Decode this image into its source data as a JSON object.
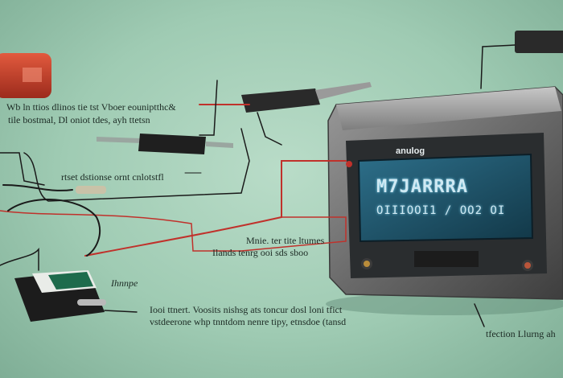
{
  "labels": {
    "top_line1": "Wb ln ttios dlinos tie tst Vboer eouniptthc&",
    "top_line2": "tile bostmal, Dl oniot tdes, ayh ttetsn",
    "middle": "rtset dstionse ornt cnlotstfl",
    "right_line1": "Mnie. ter tite ltumes",
    "right_line2": "Ilands tenrg ooi sds sboo",
    "probe": "Ihnnpe",
    "bottom_line1": "Iooi ttnert. Voosits nishsg ats toncur dosl loni tfict",
    "bottom_line2": "vstdeerone whp tnntdom nenre tipy, etnsdoe (tansd",
    "bottom_right": "tfection Llurng ah"
  },
  "device": {
    "brand": "anulog",
    "display_line1": "M7JARRRA",
    "display_line2": "OIIIOOI1 / OO2 OI"
  },
  "colors": {
    "background": "#9fcbb3",
    "device_body": "#6f6f6f",
    "screen": "#1b4f66",
    "wire_red": "#c0312b",
    "wire_black": "#1a1a1a",
    "battery_red": "#c8402c",
    "battery_green": "#1e6b4c"
  }
}
